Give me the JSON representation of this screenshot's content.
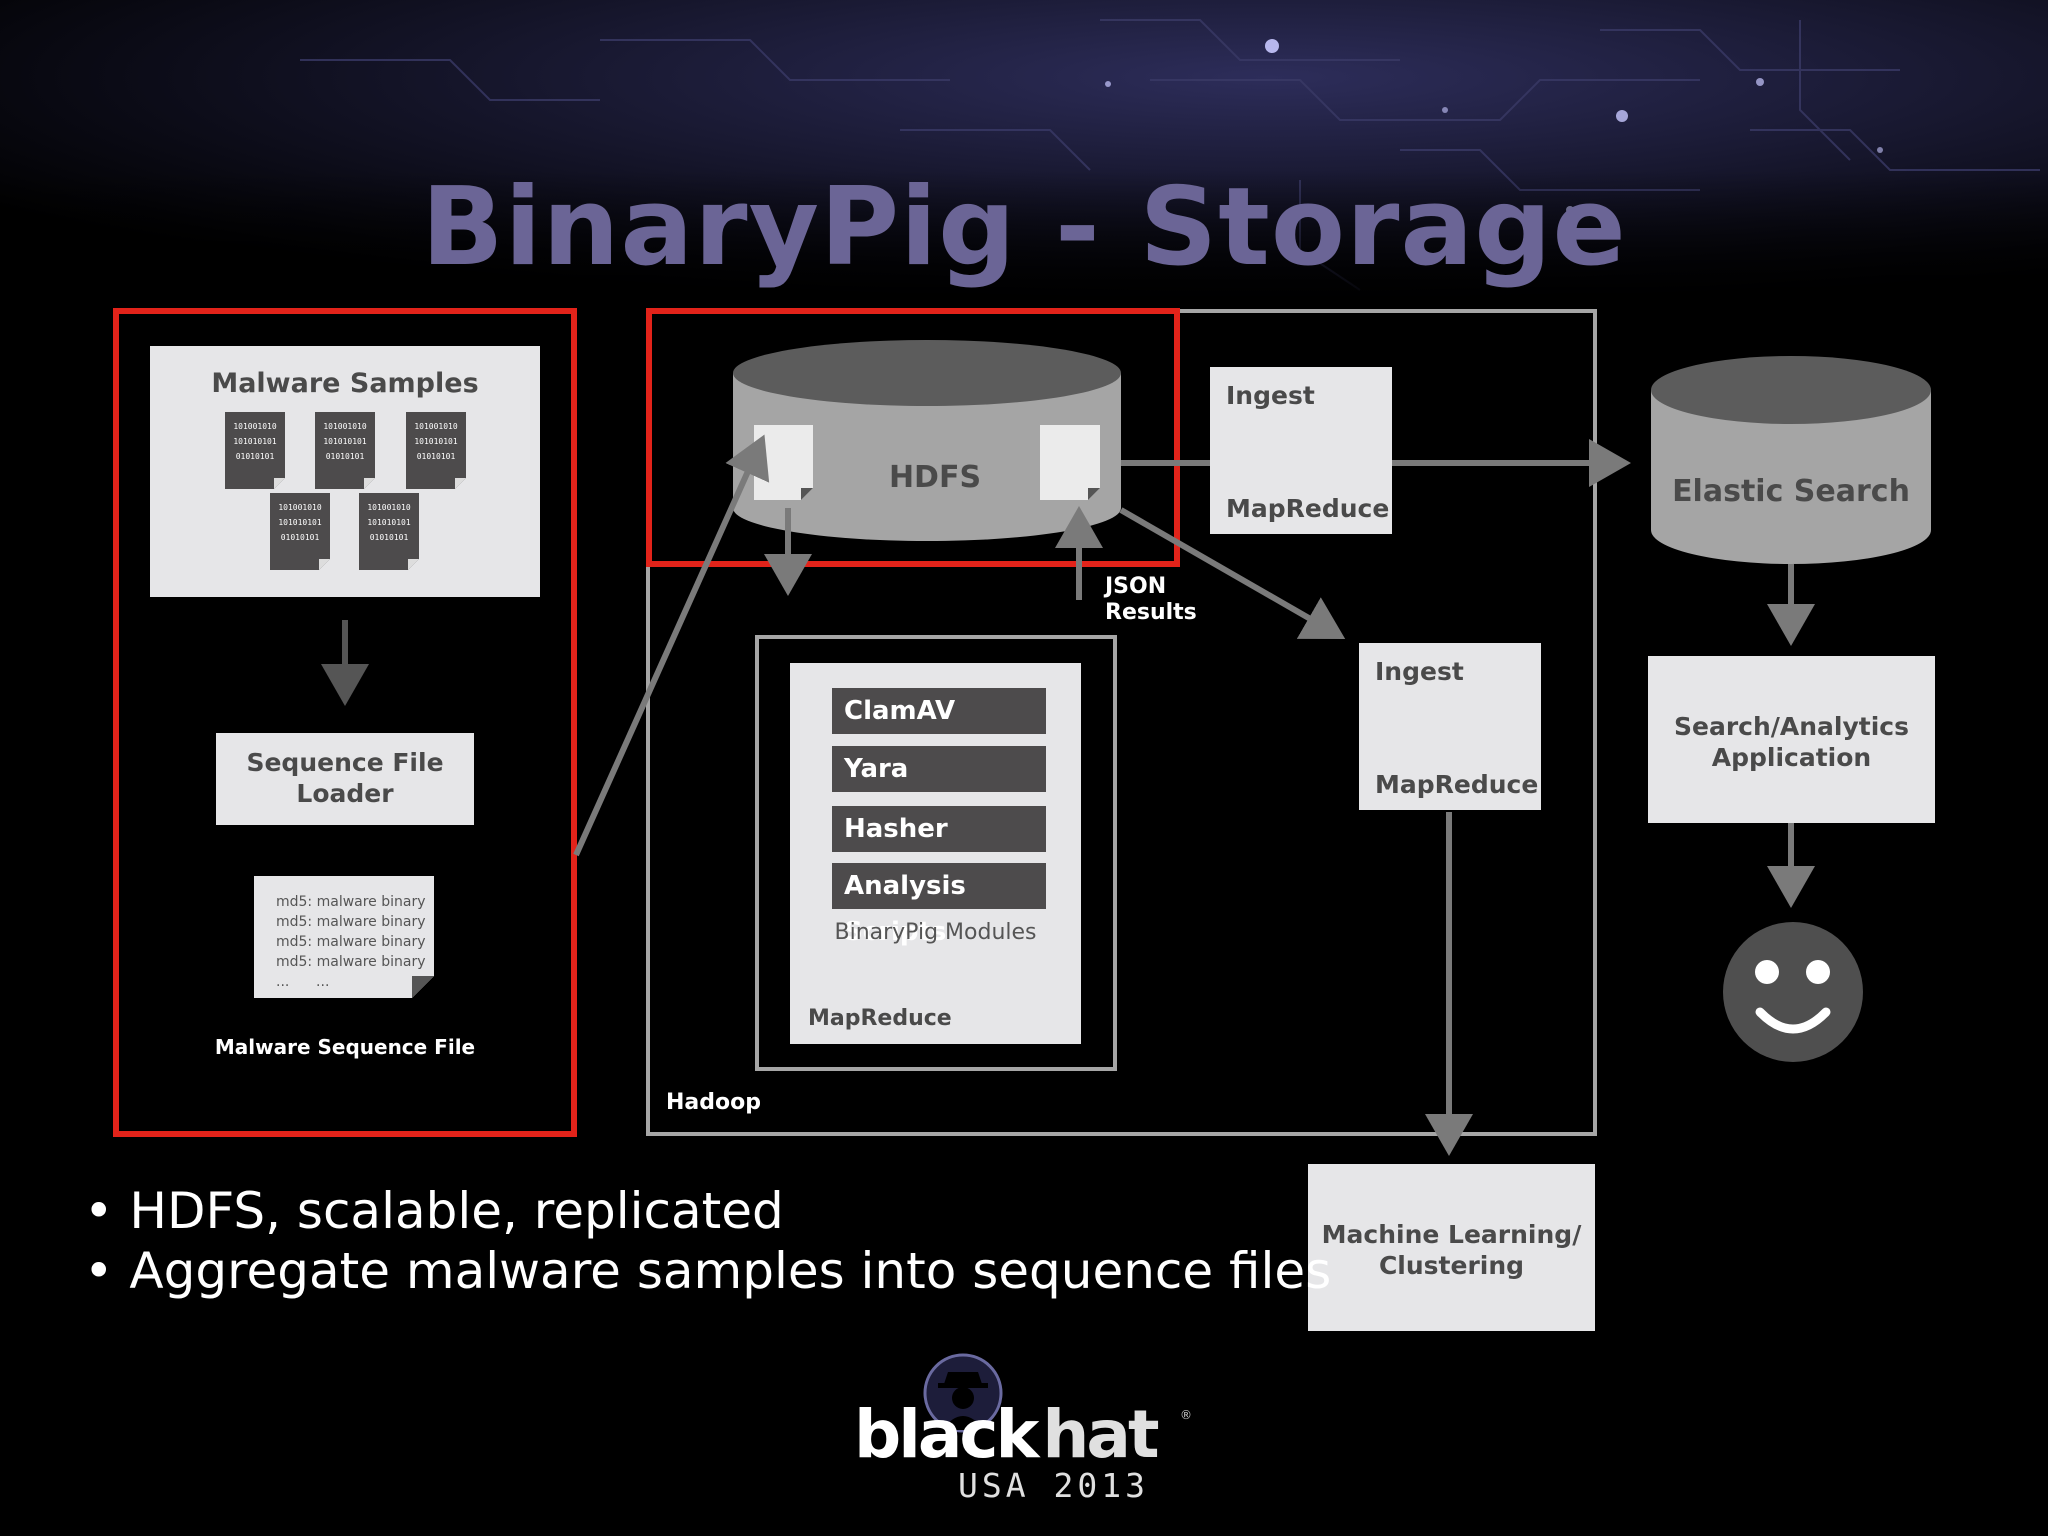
{
  "slide": {
    "title": "BinaryPig - Storage",
    "bullets": [
      "HDFS, scalable, replicated",
      "Aggregate malware samples into sequence files"
    ]
  },
  "diagram": {
    "malware_samples": {
      "title": "Malware Samples",
      "binary_lines": [
        "101001010",
        "101010101",
        "01010101"
      ]
    },
    "sequence_file_loader": "Sequence File\nLoader",
    "sequence_file": {
      "lines": [
        "md5: malware binary",
        "md5: malware binary",
        "md5: malware binary",
        "md5: malware binary",
        "...      ..."
      ],
      "caption": "Malware Sequence File"
    },
    "hdfs": "HDFS",
    "json_results": "JSON\nResults",
    "modules": [
      "ClamAV",
      "Yara",
      "Hasher",
      "Analysis Scripts"
    ],
    "modules_caption": "BinaryPig Modules",
    "mapreduce_caption": "MapReduce",
    "hadoop_label": "Hadoop",
    "ingest_top": {
      "ingest": "Ingest",
      "mapreduce": "MapReduce"
    },
    "ingest_bottom": {
      "ingest": "Ingest",
      "mapreduce": "MapReduce"
    },
    "elastic_search": "Elastic Search",
    "search_app": "Search/Analytics\nApplication",
    "machine_learning": "Machine Learning/\nClustering"
  },
  "logo": {
    "word1": "black",
    "word2": "hat",
    "tag": "USA 2013",
    "reg": "®"
  },
  "colors": {
    "title": "#6b6596",
    "highlight_red": "#e2231a",
    "box_light": "#e6e6e8",
    "module_dark": "#4d4b4c",
    "border_gray": "#a6a6a6"
  }
}
